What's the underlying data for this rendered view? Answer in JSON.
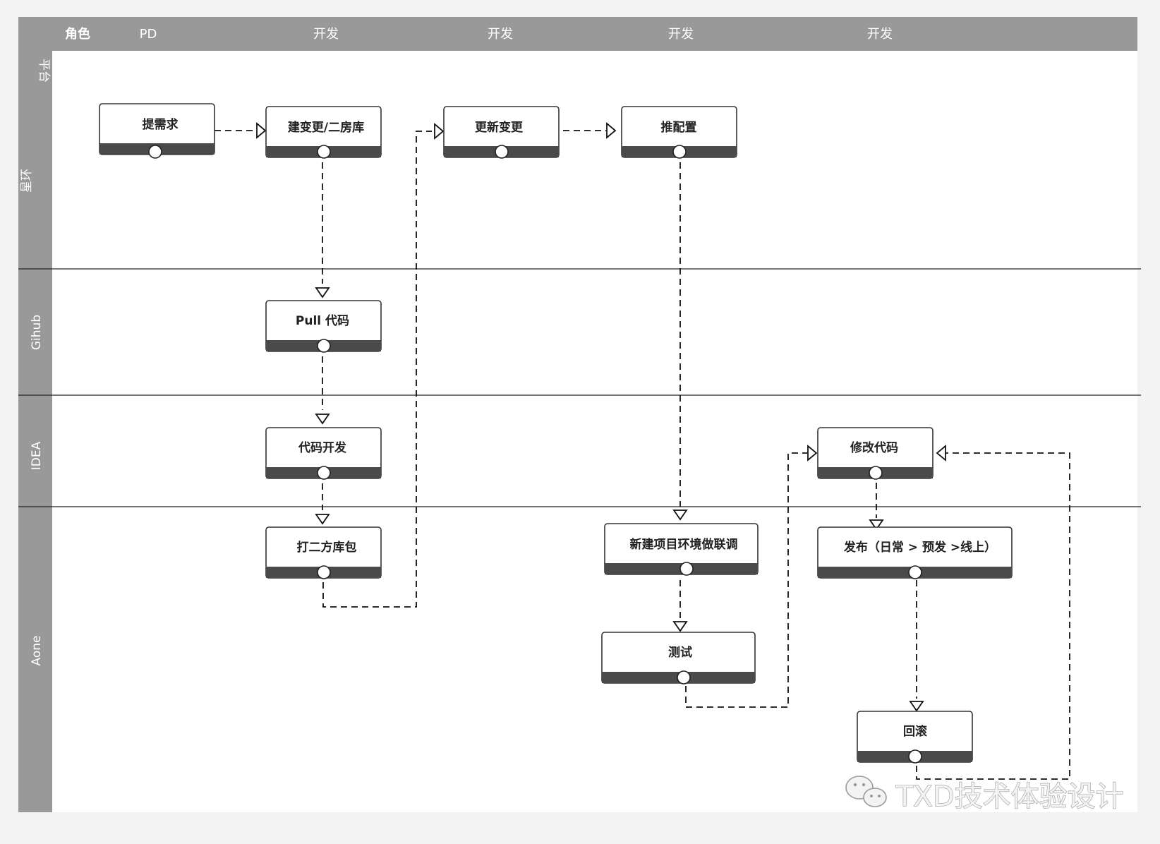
{
  "header": {
    "role_label": "角色",
    "columns": [
      "PD",
      "开发",
      "开发",
      "开发",
      "开发"
    ]
  },
  "lanes": [
    "平台",
    "星环",
    "Gihub",
    "IDEA",
    "Aone"
  ],
  "nodes": [
    {
      "id": "n1",
      "label": "提需求"
    },
    {
      "id": "n2",
      "label": "建变更/二房库"
    },
    {
      "id": "n3",
      "label": "更新变更"
    },
    {
      "id": "n4",
      "label": "推配置"
    },
    {
      "id": "n5",
      "label": "Pull 代码"
    },
    {
      "id": "n6",
      "label": "代码开发"
    },
    {
      "id": "n7",
      "label": "打二方库包"
    },
    {
      "id": "n8",
      "label": "新建项目环境做联调"
    },
    {
      "id": "n9",
      "label": "测试"
    },
    {
      "id": "n10",
      "label": "修改代码"
    },
    {
      "id": "n11",
      "label": "发布（日常 > 预发 >线上）"
    },
    {
      "id": "n12",
      "label": "回滚"
    }
  ],
  "edges": [
    {
      "from": "n1",
      "to": "n2"
    },
    {
      "from": "n2",
      "to": "n5"
    },
    {
      "from": "n5",
      "to": "n6"
    },
    {
      "from": "n6",
      "to": "n7"
    },
    {
      "from": "n7",
      "to": "n3"
    },
    {
      "from": "n3",
      "to": "n4"
    },
    {
      "from": "n4",
      "to": "n8"
    },
    {
      "from": "n8",
      "to": "n9"
    },
    {
      "from": "n9",
      "to": "n10"
    },
    {
      "from": "n10",
      "to": "n11"
    },
    {
      "from": "n11",
      "to": "n12"
    },
    {
      "from": "n12",
      "to": "n10"
    }
  ],
  "watermark": {
    "text": "TXD技术体验设计",
    "icon": "wechat-icon"
  },
  "colors": {
    "header_bg": "#999999",
    "lane_bg": "#999999",
    "canvas_bg": "#ffffff",
    "page_bg": "#f3f3f3",
    "node_bar": "#4a4a4a"
  }
}
